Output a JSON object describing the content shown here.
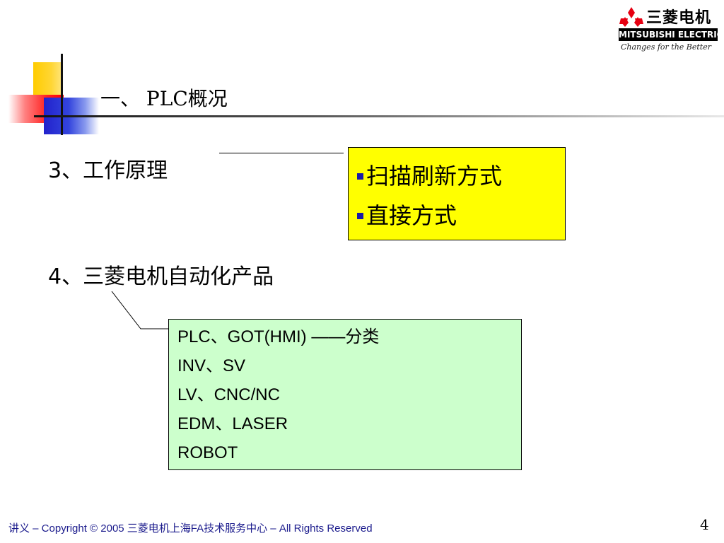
{
  "header": {
    "title": "一、 PLC概况"
  },
  "logo": {
    "cn_name": "三菱电机",
    "en_name": "MITSUBISHI ELECTRIC",
    "tagline": "Changes for the Better"
  },
  "section3": {
    "heading": "3、工作原理",
    "items": [
      "扫描刷新方式",
      "直接方式"
    ]
  },
  "section4": {
    "heading": "4、三菱电机自动化产品",
    "items": [
      "PLC、GOT(HMI) ——分类",
      "INV、SV",
      "LV、CNC/NC",
      "EDM、LASER",
      "ROBOT"
    ]
  },
  "footer": {
    "text": "讲义 – Copyright © 2005 三菱电机上海FA技术服务中心 – All Rights Reserved",
    "page_number": "4"
  },
  "colors": {
    "yellow_box": "#ffff00",
    "green_box": "#ccffcc",
    "footer_text": "#1a1a8c",
    "bullet": "#1a1aa8",
    "logo_red": "#e60012"
  }
}
